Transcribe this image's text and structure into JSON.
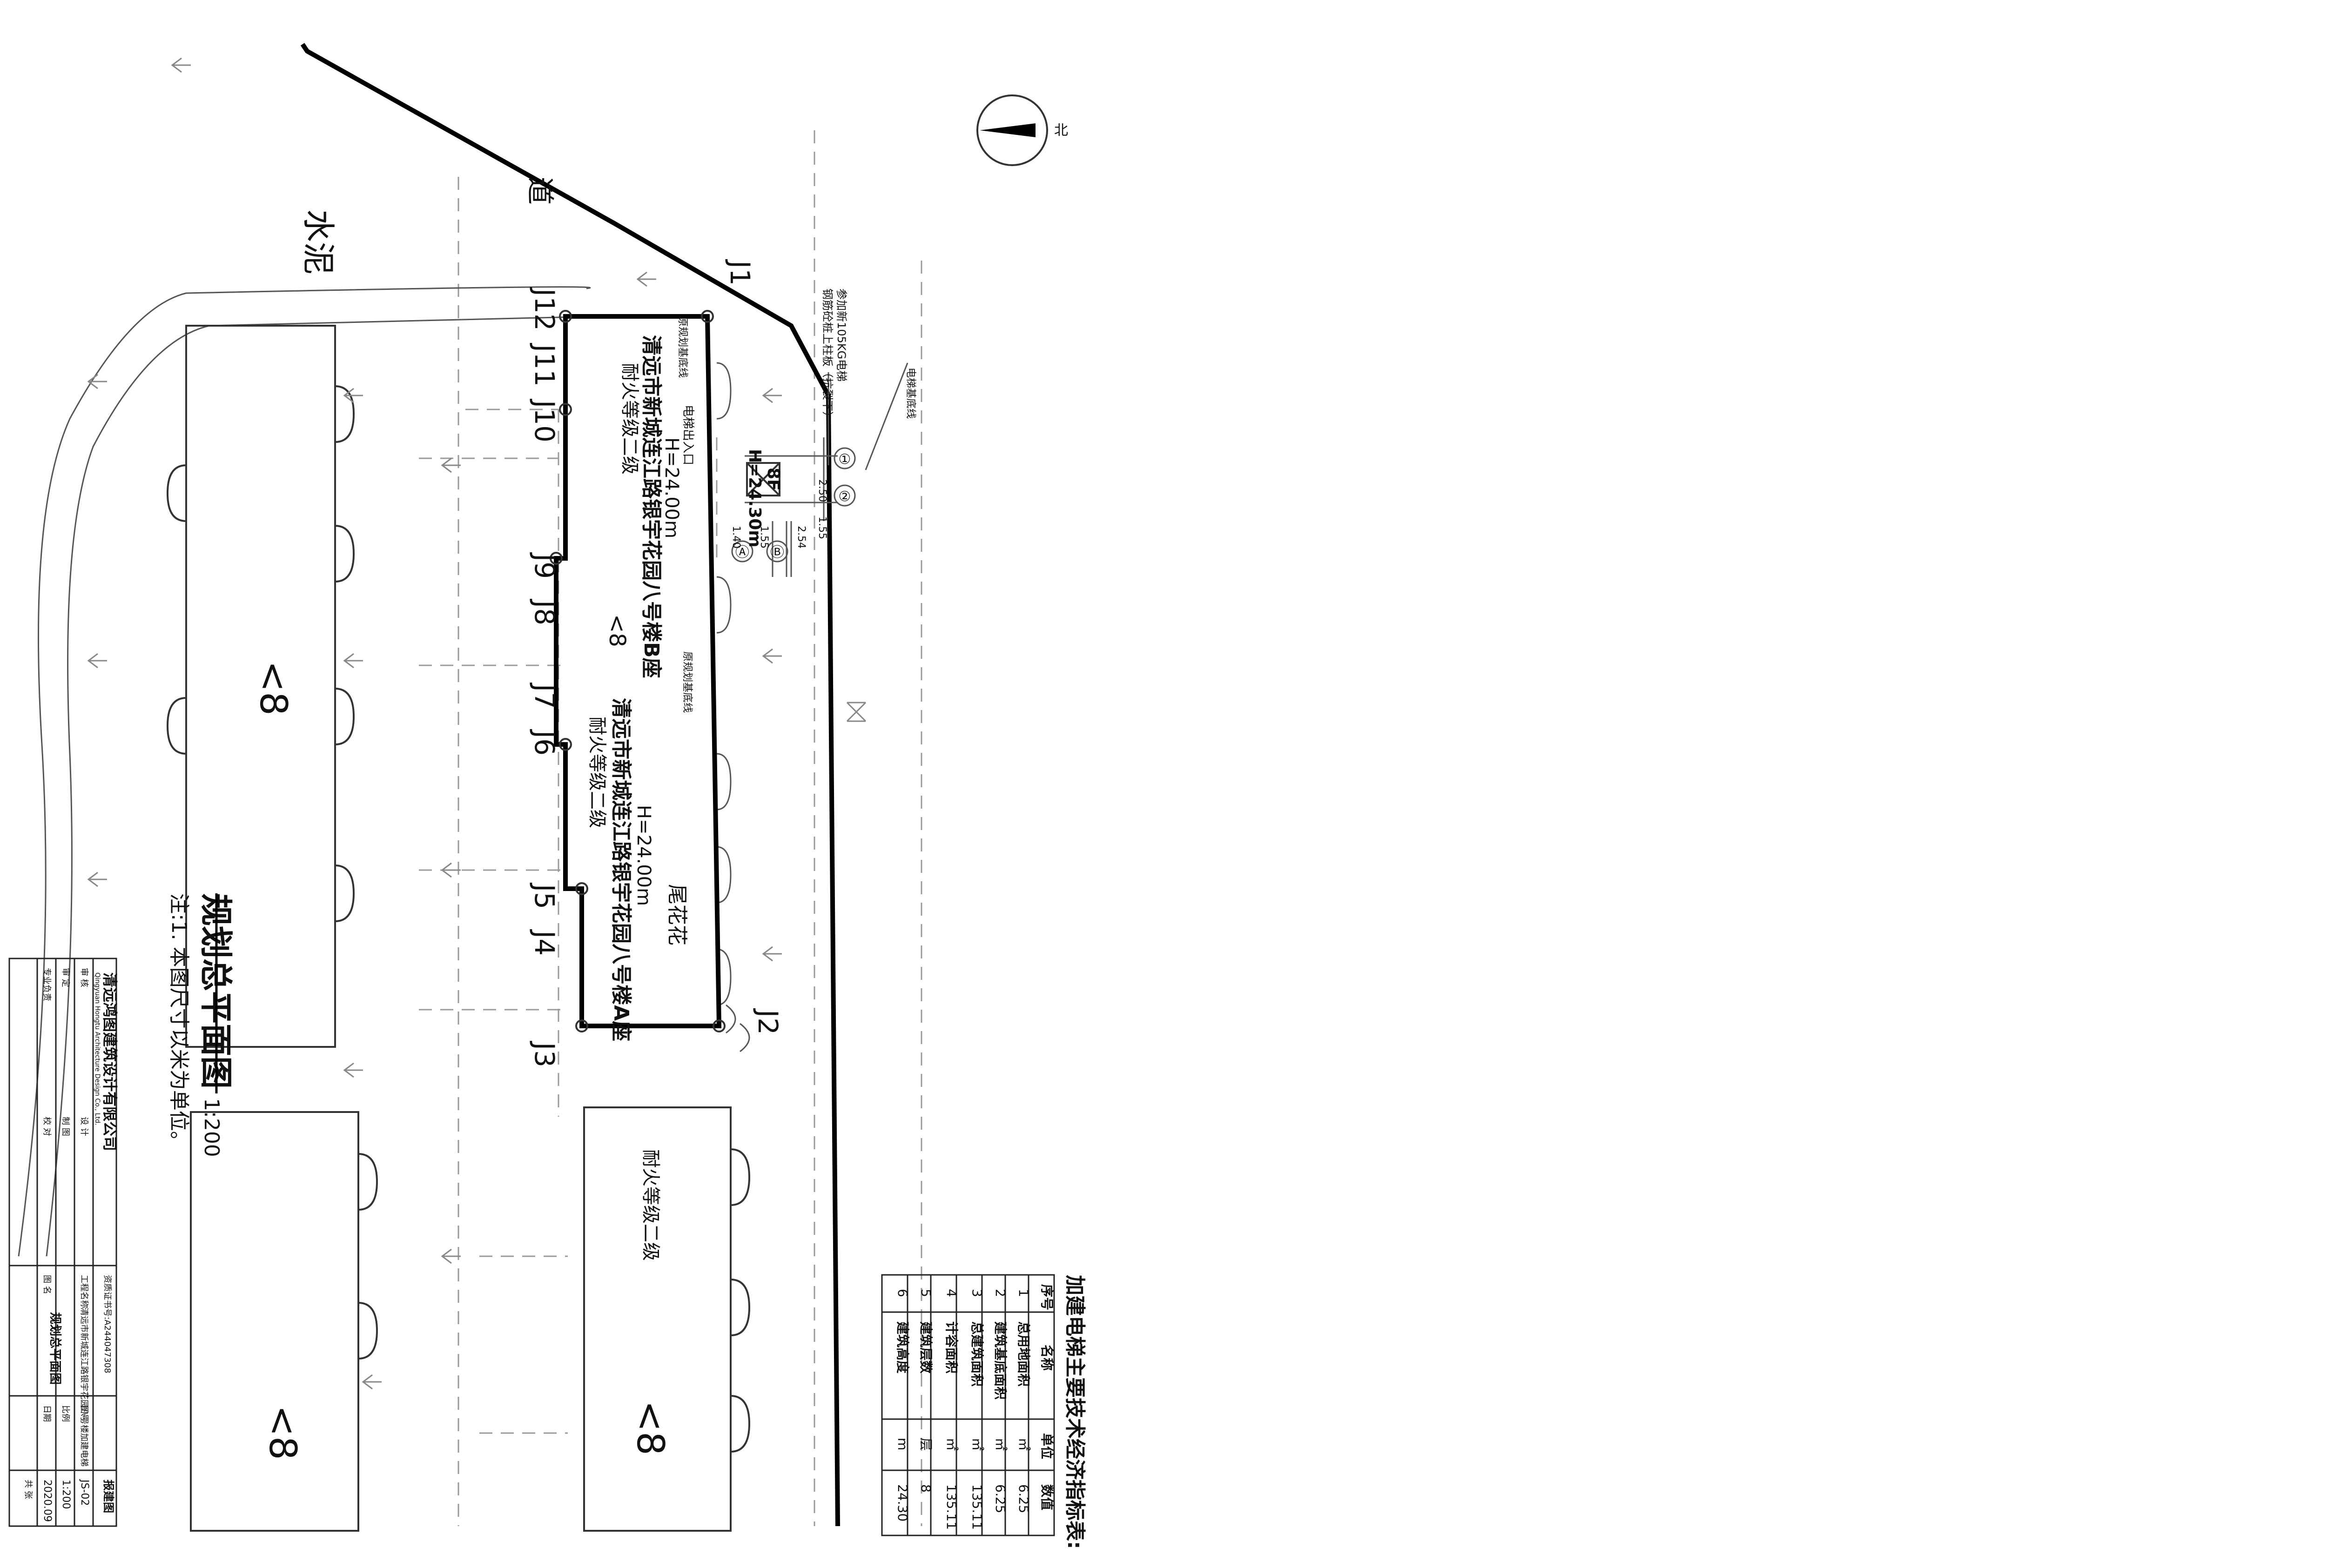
{
  "drawing": {
    "title": "规划总平面图",
    "scale": "1:200",
    "note": "注:1. 本图尺寸以米为单位。",
    "north_label": "北"
  },
  "labels": {
    "road_concrete": "水泥",
    "road_outline": "道",
    "less8": "<8",
    "gardens_label": "尾花花",
    "boundary_note": "原规划基底线",
    "elevator_note": "电梯基底线",
    "elevator_entry": "电梯出入口",
    "structure_note_1": "钢筋砼桩上柱板（抗裂下）",
    "structure_note_2": "参加新105KG电梯"
  },
  "points": [
    "J1",
    "J2",
    "J3",
    "J4",
    "J5",
    "J6",
    "J7",
    "J8",
    "J9",
    "J10",
    "J11",
    "J12"
  ],
  "axes": [
    "①",
    "②",
    "Ⓐ",
    "Ⓑ"
  ],
  "dims": [
    "2.50",
    "1.55",
    "2.54",
    "1.40",
    "1.55"
  ],
  "buildings": {
    "b": {
      "name": "清远市新城连江路银宇花园八号楼B座",
      "height": "H=24.00m",
      "fire": "耐火等级二级"
    },
    "a": {
      "name": "清远市新城连江路银宇花园八号楼A座",
      "height": "H=24.00m",
      "fire": "耐火等级二级"
    },
    "south_fire": "耐火等级二级",
    "elevator": {
      "floors": "8F",
      "height": "H=24.30m"
    }
  },
  "indicators": {
    "title": "加建电梯主要技术经济指标表:",
    "headers": [
      "序号",
      "名称",
      "单位",
      "数值"
    ],
    "rows": [
      [
        "1",
        "总用地面积",
        "㎡",
        "6.25"
      ],
      [
        "2",
        "建筑基底面积",
        "㎡",
        "6.25"
      ],
      [
        "3",
        "总建筑面积",
        "㎡",
        "135.11"
      ],
      [
        "4",
        "计容面积",
        "㎡",
        "135.11"
      ],
      [
        "5",
        "建筑层数",
        "层",
        "8"
      ],
      [
        "6",
        "建筑高度",
        "m",
        "24.30"
      ]
    ]
  },
  "titleblock": {
    "company": "清远鸿图建筑设计有限公司",
    "company_en": "Qingyuan Hongtu Architecture Design Co., Ltd.",
    "cert": "资质证书号:A244047308",
    "roles": [
      "审 核",
      "审 定",
      "专业负责",
      "设 计",
      "制 图",
      "校 对"
    ],
    "project_label": "工程名称",
    "project_name": "清远市新城连江路银宇花园八号楼加建电梯",
    "drawing_name_label": "图 名",
    "drawing_name": "规划总平面图",
    "drawing_type": "报建图",
    "number_label": "图号",
    "number": "JS-02",
    "scale_label": "比例",
    "scale": "1:200",
    "date_label": "日期",
    "date": "2020.09",
    "sheet": "共 张"
  }
}
